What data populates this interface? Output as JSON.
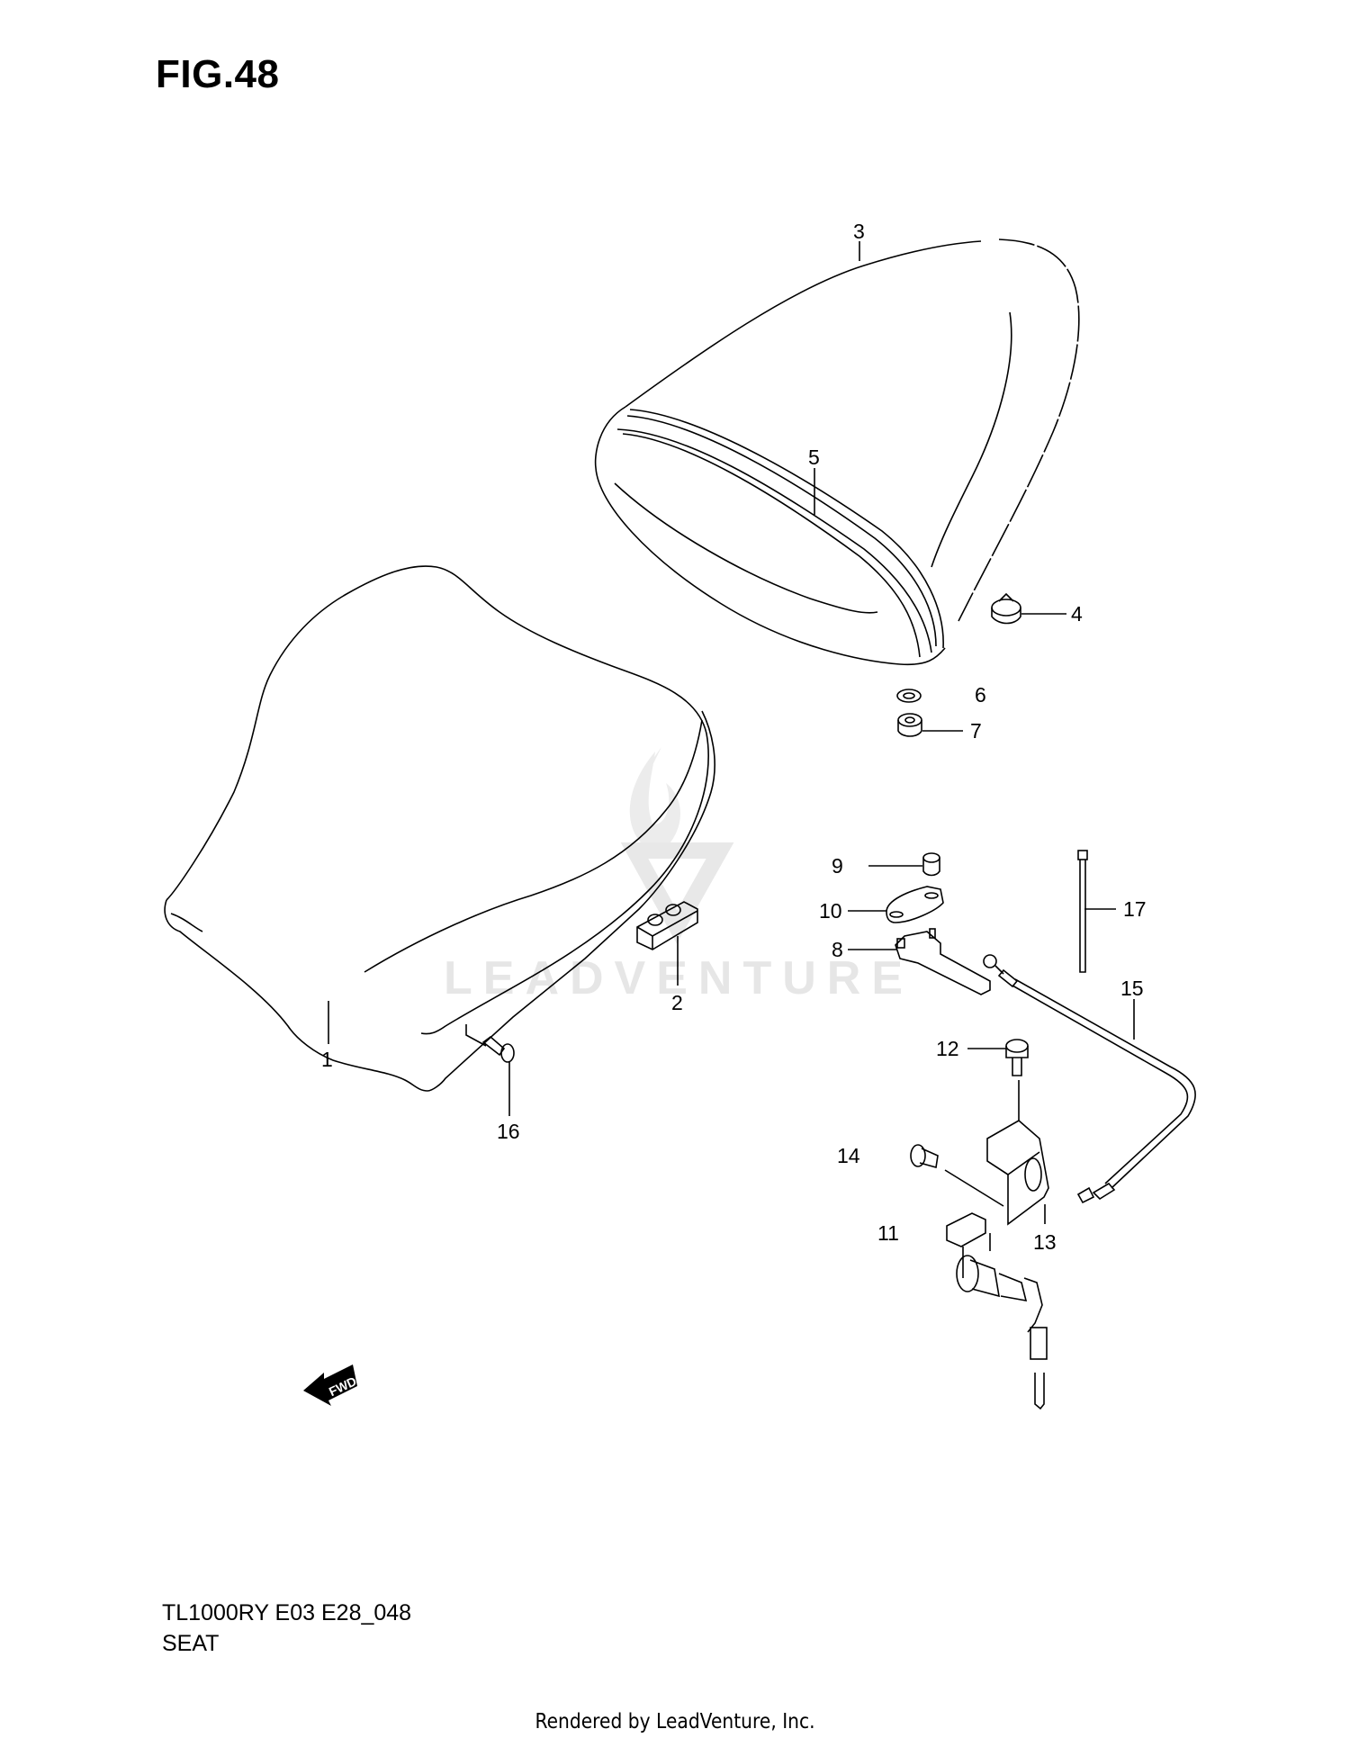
{
  "figure": {
    "title": "FIG.48",
    "model_code": "TL1000RY E03 E28_048",
    "section_name": "SEAT",
    "footer": "Rendered by LeadVenture, Inc.",
    "watermark": "LEADVENTURE",
    "direction_badge": "FWD"
  },
  "callouts": [
    {
      "id": "1",
      "label": "1"
    },
    {
      "id": "2",
      "label": "2"
    },
    {
      "id": "3",
      "label": "3"
    },
    {
      "id": "4",
      "label": "4"
    },
    {
      "id": "5",
      "label": "5"
    },
    {
      "id": "6",
      "label": "6"
    },
    {
      "id": "7",
      "label": "7"
    },
    {
      "id": "8",
      "label": "8"
    },
    {
      "id": "9",
      "label": "9"
    },
    {
      "id": "10",
      "label": "10"
    },
    {
      "id": "11",
      "label": "11"
    },
    {
      "id": "12",
      "label": "12"
    },
    {
      "id": "13",
      "label": "13"
    },
    {
      "id": "14",
      "label": "14"
    },
    {
      "id": "15",
      "label": "15"
    },
    {
      "id": "16",
      "label": "16"
    },
    {
      "id": "17",
      "label": "17"
    }
  ],
  "colors": {
    "line": "#000000",
    "background": "#ffffff",
    "watermark": "#e6e6e6"
  }
}
